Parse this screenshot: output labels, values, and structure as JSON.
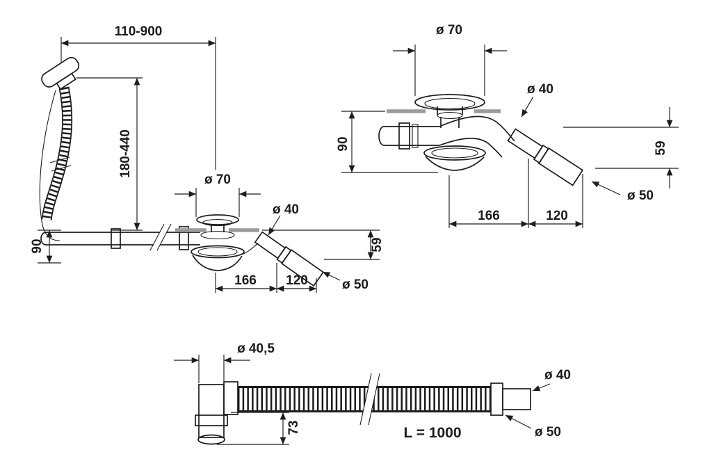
{
  "drawing": {
    "side_view": {
      "overflow_span": "110-900",
      "overflow_height": "180-440",
      "plug_diameter": "ø 70",
      "outlet_diameter_small": "ø 40",
      "outlet_diameter_large": "ø 50",
      "depth": "90",
      "length_body": "166",
      "length_outlet": "120",
      "outlet_drop": "59"
    },
    "front_view": {
      "plug_diameter": "ø 70",
      "outlet_diameter_small": "ø 40",
      "outlet_diameter_large": "ø 50",
      "depth": "90",
      "outlet_drop": "59",
      "length_body": "166",
      "length_outlet": "120"
    },
    "hose_view": {
      "elbow_diameter": "ø 40,5",
      "elbow_height": "73",
      "hose_length": "L = 1000",
      "end_diameter_small": "ø 40",
      "end_diameter_large": "ø 50"
    }
  }
}
